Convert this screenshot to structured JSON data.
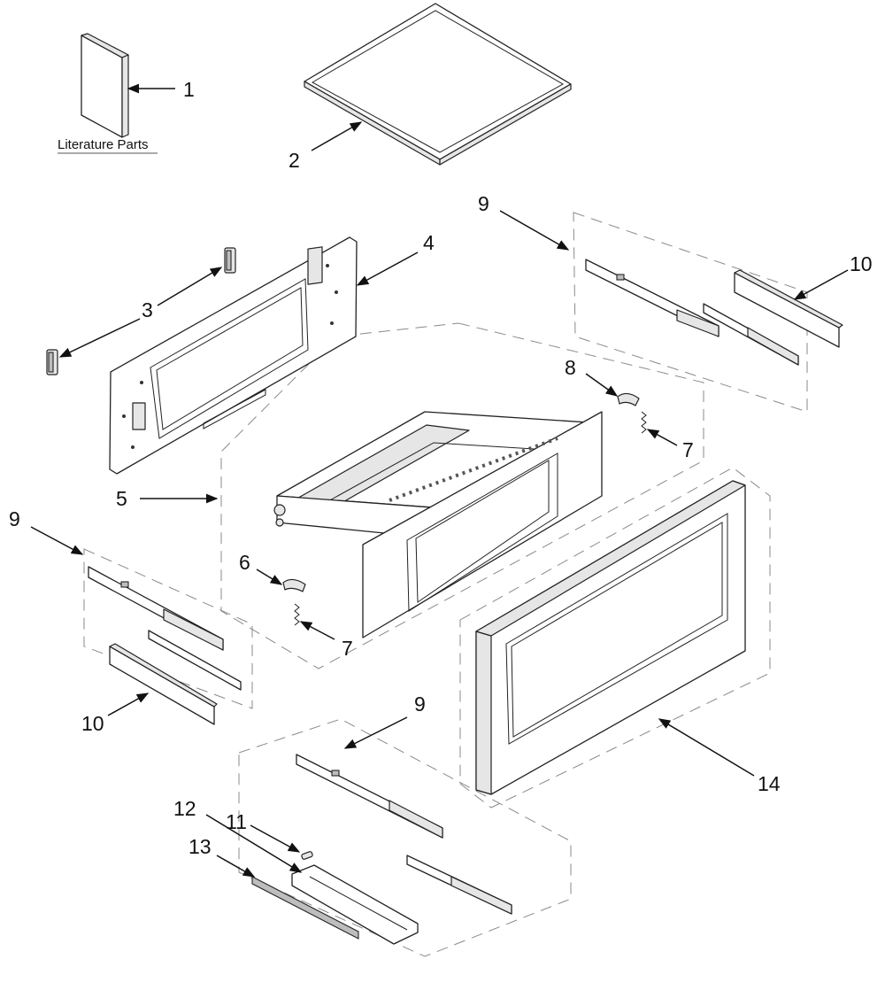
{
  "diagram": {
    "literature_label": "Literature Parts",
    "callouts": {
      "c1": "1",
      "c2": "2",
      "c3": "3",
      "c4": "4",
      "c5": "5",
      "c6": "6",
      "c7a": "7",
      "c7b": "7",
      "c8": "8",
      "c9a": "9",
      "c9b": "9",
      "c9c": "9",
      "c10a": "10",
      "c10b": "10",
      "c11": "11",
      "c12": "12",
      "c13": "13",
      "c14": "14"
    }
  }
}
